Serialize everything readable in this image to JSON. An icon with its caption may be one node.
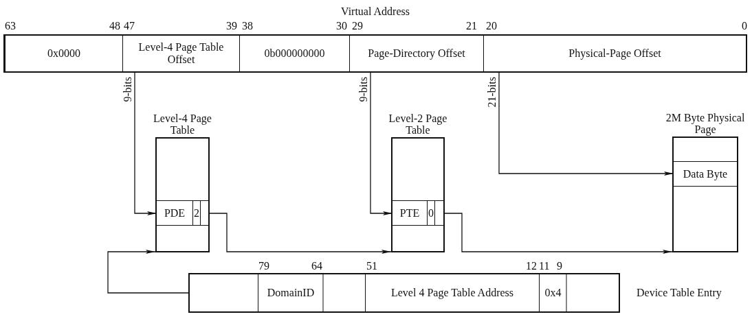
{
  "diagram": {
    "nodes": [
      {
        "text": [
          "Virtual Address"
        ]
      },
      {
        "text": [
          "0x0000"
        ],
        "in": 0
      },
      {
        "text": [
          "Level-4 Page Table Offset"
        ],
        "in": 0
      },
      {
        "text": [
          "0b000000000"
        ],
        "in": 0
      },
      {
        "text": [
          "Page-Directory Offset"
        ],
        "in": 0
      },
      {
        "text": [
          "Physical-Page Offset"
        ],
        "in": 0
      },
      {
        "text": [
          "Level-4 Page Table"
        ]
      },
      {
        "text": [
          "PDE",
          "2"
        ],
        "in": 6
      },
      {
        "text": [
          "Level-2 Page Table"
        ]
      },
      {
        "text": [
          "PTE",
          "0"
        ],
        "in": 8
      },
      {
        "text": [
          "2M Byte Physical Page"
        ]
      },
      {
        "text": [
          "Data Byte"
        ],
        "in": 10
      },
      {
        "text": [
          "Device Table Entry"
        ]
      },
      {
        "text": [
          "DomainID"
        ],
        "in": 12
      },
      {
        "text": [
          "Level 4 Page Table Address"
        ],
        "in": 12
      },
      {
        "text": [
          "0x4"
        ],
        "in": 12
      }
    ],
    "edges": [
      {
        "from": 2,
        "to": 7,
        "arrow": "to",
        "label": "9-bits"
      },
      {
        "from": 7,
        "to": 8,
        "arrow": "to"
      },
      {
        "from": 4,
        "to": 9,
        "arrow": "to",
        "label": "9-bits"
      },
      {
        "from": 9,
        "to": 10,
        "arrow": "to"
      },
      {
        "from": 5,
        "to": 11,
        "arrow": "to",
        "label": "21-bits"
      },
      {
        "from": 12,
        "to": 6,
        "arrow": "to"
      }
    ],
    "labels": [
      "63",
      "48",
      "47",
      "39",
      "38",
      "30",
      "29",
      "21",
      "20",
      "0",
      "79",
      "64",
      "51",
      "12",
      "11",
      "9"
    ]
  }
}
